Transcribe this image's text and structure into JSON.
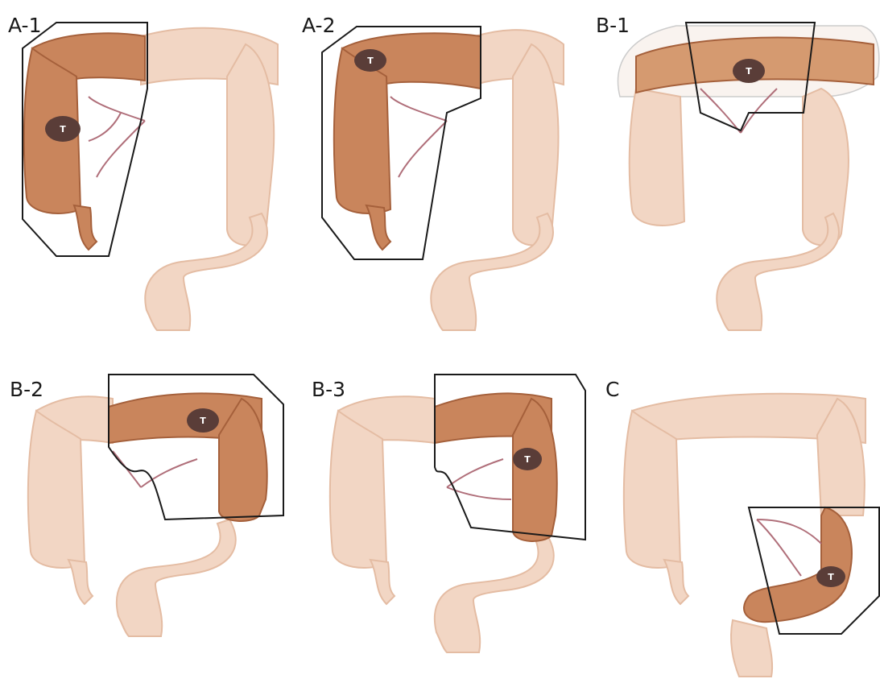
{
  "panels": [
    {
      "label": "A-1",
      "tumor_text": "T",
      "resected": "cecum to hepatic flexure"
    },
    {
      "label": "A-2",
      "tumor_text": "T",
      "resected": "cecum to hepatic flexure"
    },
    {
      "label": "B-1",
      "tumor_text": "T",
      "resected": "transverse colon"
    },
    {
      "label": "B-2",
      "tumor_text": "T",
      "resected": "distal transverse to descending colon"
    },
    {
      "label": "B-3",
      "tumor_text": "T",
      "resected": "distal transverse to descending colon"
    },
    {
      "label": "C",
      "tumor_text": "T",
      "resected": "sigmoid colon"
    }
  ],
  "colors": {
    "resected_colon": "#c9855c",
    "resected_colon_dark": "#a5603b",
    "remaining_colon": "#f2d6c4",
    "remaining_colon_dark": "#e4bca3",
    "vessel": "#b06f7a",
    "vessel_light": "#e8c9cc",
    "tumor": "#5a3d38",
    "outline": "#1a1a1a"
  }
}
